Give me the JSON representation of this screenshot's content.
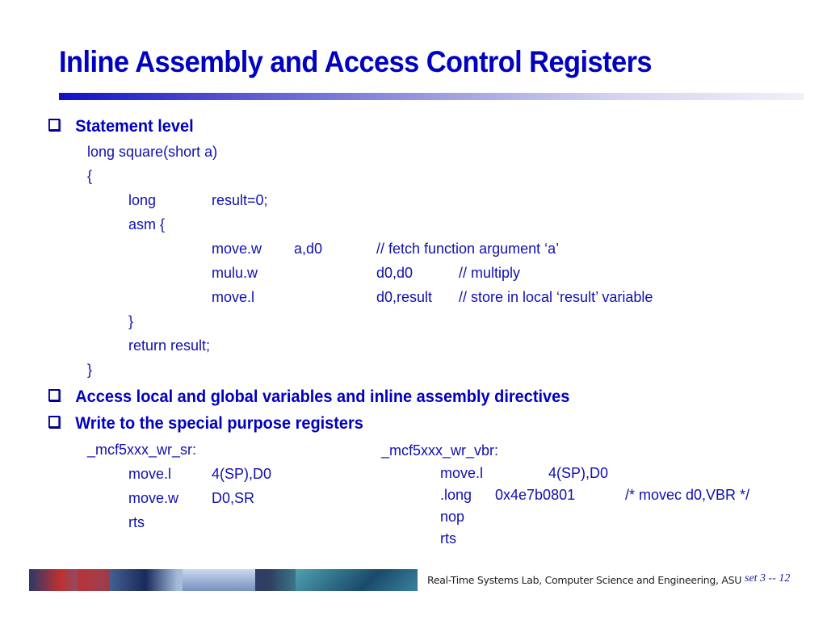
{
  "slide": {
    "title": "Inline Assembly and Access Control Registers",
    "accent_color": "#0000c0",
    "bullets": [
      {
        "label": "Statement level"
      },
      {
        "label": "Access local and global variables and inline assembly directives"
      },
      {
        "label": "Write to the special purpose registers"
      }
    ],
    "code_square": {
      "signature": "long square(short a)",
      "open_brace": "{",
      "decl_type": "long",
      "decl_var": "result=0;",
      "asm_open": "asm {",
      "asm_lines": [
        {
          "op": "move.w",
          "arg1": "a,d0",
          "arg2": "",
          "comment": "// fetch function argument ‘a’"
        },
        {
          "op": "mulu.w",
          "arg1": "",
          "arg2": "d0,d0",
          "comment": "// multiply"
        },
        {
          "op": "move.l",
          "arg1": "",
          "arg2": "d0,result",
          "comment": "// store in local ‘result’ variable"
        }
      ],
      "asm_close": "}",
      "return_stmt": "return result;",
      "close_brace": "}"
    },
    "code_sr": {
      "label": "_mcf5xxx_wr_sr:",
      "lines": [
        {
          "op": "move.l",
          "arg": "4(SP),D0"
        },
        {
          "op": "move.w",
          "arg": "D0,SR"
        },
        {
          "op": "rts",
          "arg": ""
        }
      ]
    },
    "code_vbr": {
      "label": "_mcf5xxx_wr_vbr:",
      "lines": [
        {
          "op": "move.l",
          "arg": "4(SP),D0",
          "comment": ""
        },
        {
          "op": ".long",
          "arg": "0x4e7b0801",
          "comment": "/* movec d0,VBR */"
        },
        {
          "op": "nop",
          "arg": "",
          "comment": ""
        },
        {
          "op": "rts",
          "arg": "",
          "comment": ""
        }
      ]
    }
  },
  "footer": {
    "banner_image": "circuit-board-banner",
    "text": "Real-Time Systems Lab, Computer Science and Engineering, ASU",
    "page_number": "set 3 -- 12"
  }
}
